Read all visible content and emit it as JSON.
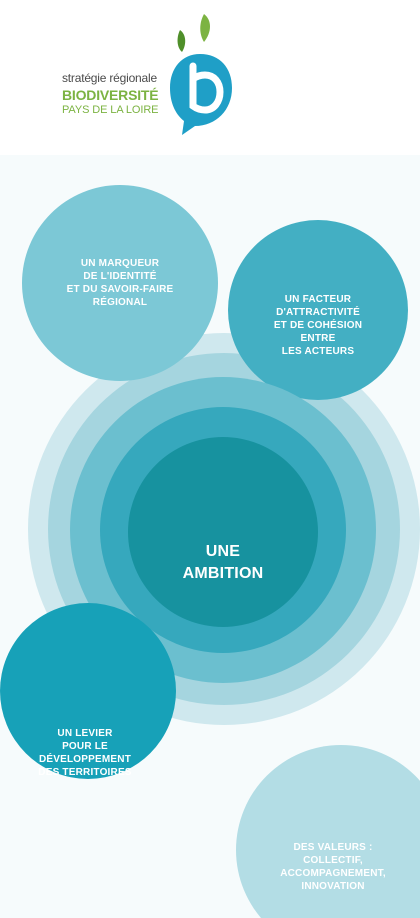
{
  "logo": {
    "line1": "stratégie régionale",
    "line2": "BIODIVERSITÉ",
    "line3": "PAYS DE LA LOIRE",
    "colors": {
      "green": "#7cb342",
      "dark_green": "#4f8f2a",
      "blue": "#1f9fc7",
      "text": "#4b4b4b"
    }
  },
  "diagram": {
    "center": [
      "UNE",
      "AMBITION"
    ],
    "top_left": [
      "UN MARQUEUR",
      "DE L'IDENTITÉ",
      "ET DU SAVOIR-FAIRE",
      "RÉGIONAL"
    ],
    "top_right": [
      "UN FACTEUR",
      "D'ATTRACTIVITÉ",
      "ET DE COHÉSION",
      "ENTRE",
      "LES ACTEURS"
    ],
    "bottom_left": [
      "UN LEVIER",
      "POUR LE",
      "DÉVELOPPEMENT",
      "DES TERRITOIRES"
    ],
    "bottom_right": [
      "DES VALEURS :",
      "COLLECTIF,",
      "ACCOMPAGNEMENT,",
      "INNOVATION"
    ],
    "colors": {
      "background": "#f6fbfc",
      "ring_outer": "#cfe8ee",
      "ring_core": "#17929f",
      "bubble_top_left": "#7cc8d6",
      "bubble_top_right": "#43afc3",
      "bubble_bottom_left": "#17a1b8",
      "bubble_bottom_right": "#b3dde5",
      "text": "#ffffff"
    }
  }
}
